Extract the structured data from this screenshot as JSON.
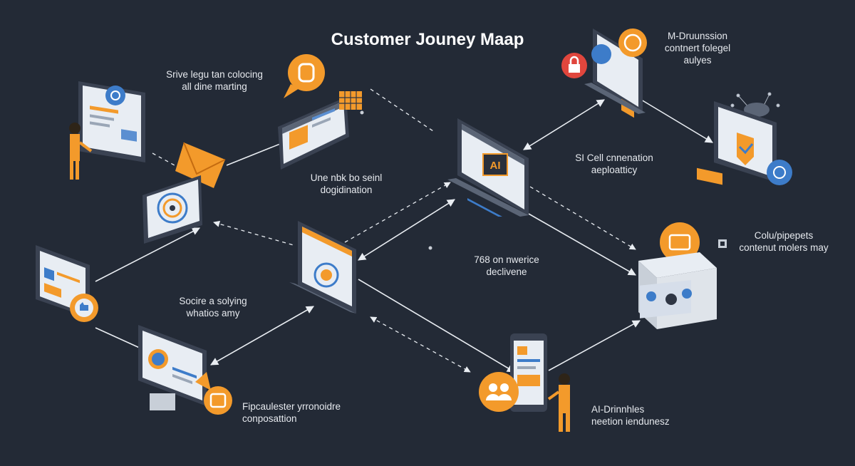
{
  "title": "Customer Jouney Maap",
  "colors": {
    "background": "#232a36",
    "accent": "#f39a2b",
    "screen": "#e8edf3",
    "frame": "#3a4252",
    "line": "#e9edf2"
  },
  "annotations": [
    {
      "id": "a1",
      "lines": [
        "Srive legu tan colocing",
        "all dine marting"
      ]
    },
    {
      "id": "a2",
      "lines": [
        "M-Druunssion",
        "contnert folegel",
        "aulyes"
      ]
    },
    {
      "id": "a3",
      "lines": [
        "Une nbk bo seinl",
        "dogidination"
      ]
    },
    {
      "id": "a4",
      "lines": [
        "SI Cell cnnenation",
        "aeploatticy"
      ]
    },
    {
      "id": "a5",
      "lines": [
        "Colu/pipepets",
        "contenut molers may"
      ]
    },
    {
      "id": "a6",
      "lines": [
        "768 on nwerice",
        "declivene"
      ]
    },
    {
      "id": "a7",
      "lines": [
        "Socire a solying",
        "whatios amy"
      ]
    },
    {
      "id": "a8",
      "lines": [
        "Fipcaulester yrronoidre",
        "conposattion"
      ]
    },
    {
      "id": "a9",
      "lines": [
        "AI-Drinnhles",
        "neetion iendunesz"
      ]
    }
  ],
  "ai_chip_label": "AI",
  "icons": [
    "chat-bubble-icon",
    "email-icon",
    "target-icon",
    "ai-chip-icon",
    "lock-icon",
    "shield-check-icon",
    "dashboard-icon",
    "audience-icon",
    "community-icon",
    "thumbs-up-icon",
    "user-icon",
    "camera-icon"
  ]
}
